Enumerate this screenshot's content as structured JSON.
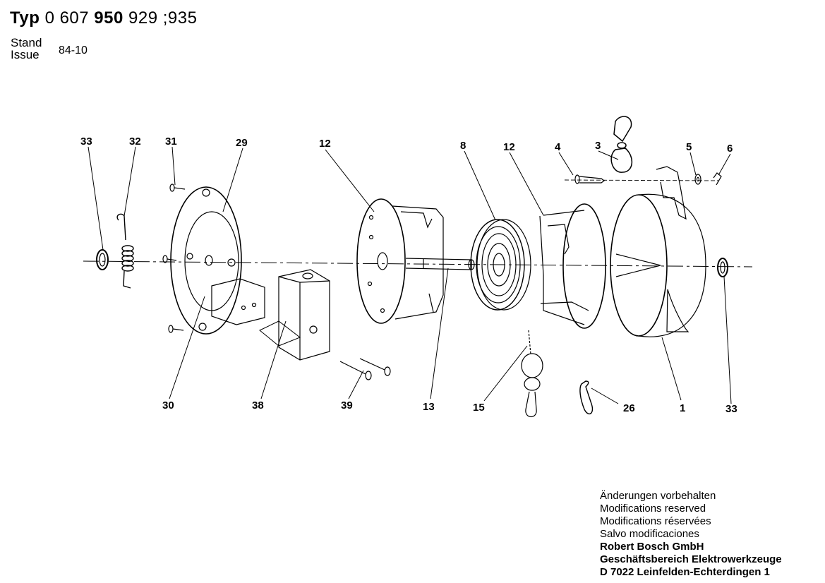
{
  "header": {
    "typ_label": "Typ",
    "part_prefix": "0 607",
    "part_bold": "950",
    "part_suffix": "929 ;935",
    "stand_label": "Stand",
    "issue_label": "Issue",
    "issue_date": "84-10"
  },
  "callouts": {
    "c33_left": "33",
    "c32": "32",
    "c31": "31",
    "c29": "29",
    "c12_left": "12",
    "c8": "8",
    "c12_right": "12",
    "c4": "4",
    "c3": "3",
    "c5": "5",
    "c6": "6",
    "c30": "30",
    "c38": "38",
    "c39": "39",
    "c13": "13",
    "c15": "15",
    "c26": "26",
    "c1": "1",
    "c33_right": "33"
  },
  "footer": {
    "line1": "Änderungen vorbehalten",
    "line2": "Modifications reserved",
    "line3": "Modifications réservées",
    "line4": "Salvo modificaciones",
    "company": "Robert Bosch GmbH",
    "division": "Geschäftsbereich Elektrowerkzeuge",
    "address": "D 7022 Leinfelden-Echterdingen 1"
  }
}
